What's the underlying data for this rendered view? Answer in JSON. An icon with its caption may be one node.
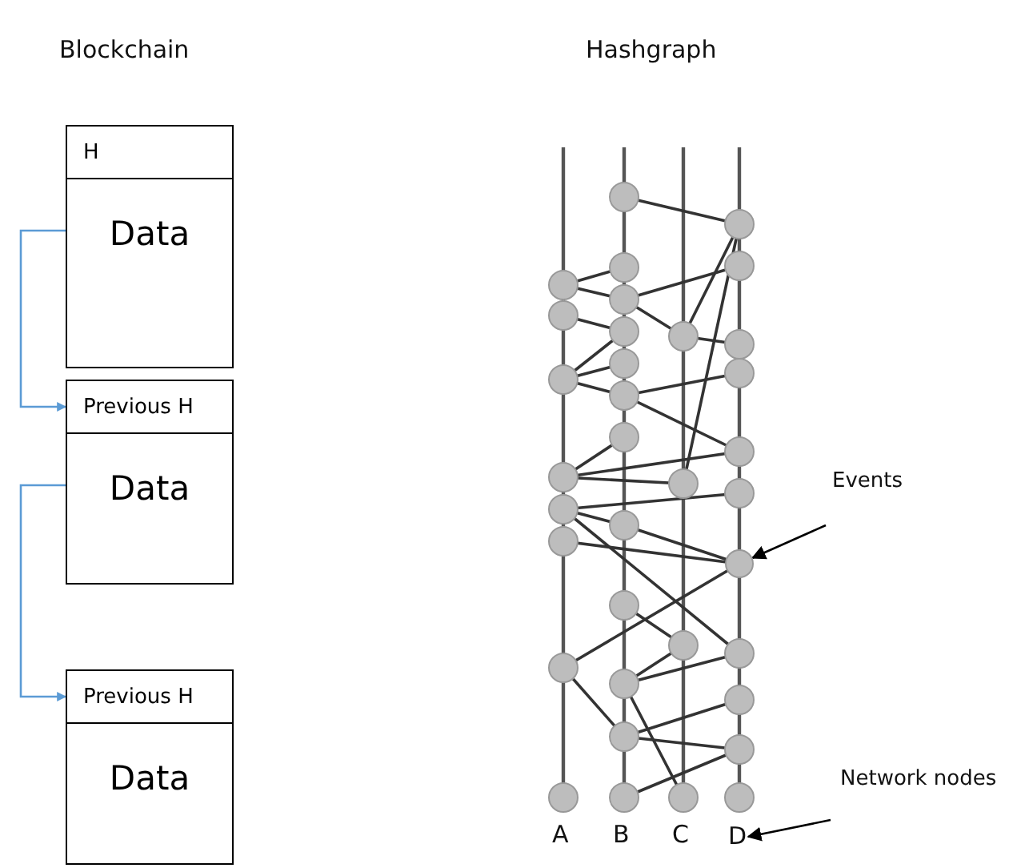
{
  "diagram": {
    "nodes": [
      {
        "text": [
          "H",
          "Data"
        ]
      },
      {
        "text": [
          "Previous H",
          "Data"
        ]
      },
      {
        "text": [
          "Previous H",
          "Data"
        ]
      },
      {
        "text": [
          "Events"
        ]
      },
      {
        "text": [],
        "shape": "circle"
      },
      {
        "text": [
          "Network nodes"
        ]
      },
      {
        "text": [
          "D"
        ]
      }
    ],
    "edges": [
      {
        "from": 0,
        "to": 1,
        "arrow": "to",
        "color": "#5b9bd5"
      },
      {
        "from": 1,
        "to": 2,
        "arrow": "to",
        "color": "#5b9bd5"
      },
      {
        "from": 3,
        "to": 4,
        "arrow": "to",
        "color": "#000000"
      },
      {
        "from": 5,
        "to": 6,
        "arrow": "to",
        "color": "#000000"
      }
    ],
    "labels": [
      "Blockchain",
      "Hashgraph",
      "A",
      "B",
      "C"
    ]
  }
}
